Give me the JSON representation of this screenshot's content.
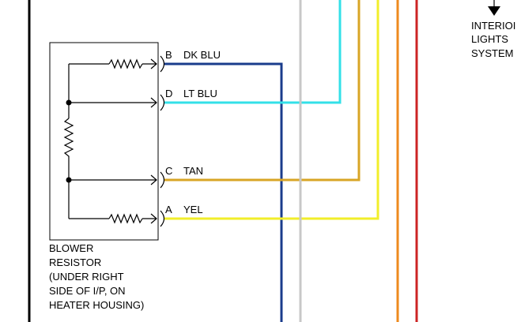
{
  "component": {
    "name_lines": [
      "BLOWER",
      "RESISTOR",
      "(UNDER RIGHT",
      "SIDE OF I/P, ON",
      "HEATER HOUSING)"
    ]
  },
  "connections": [
    {
      "cavity": "B",
      "color_label": "DK BLU",
      "wire_color": "#1a3c8c"
    },
    {
      "cavity": "D",
      "color_label": "LT BLU",
      "wire_color": "#33e0e8"
    },
    {
      "cavity": "C",
      "color_label": "TAN",
      "wire_color": "#d8a526"
    },
    {
      "cavity": "A",
      "color_label": "YEL",
      "wire_color": "#f2ee2a"
    }
  ],
  "other_wires": [
    {
      "wire_color": "#c8c8c8"
    },
    {
      "wire_color": "#ee8a1e"
    },
    {
      "wire_color": "#cc2424"
    }
  ],
  "reference": {
    "lines": [
      "INTERIOI",
      "LIGHTS",
      "SYSTEM"
    ]
  },
  "colors": {
    "line": "#000000",
    "background": "#ffffff"
  }
}
